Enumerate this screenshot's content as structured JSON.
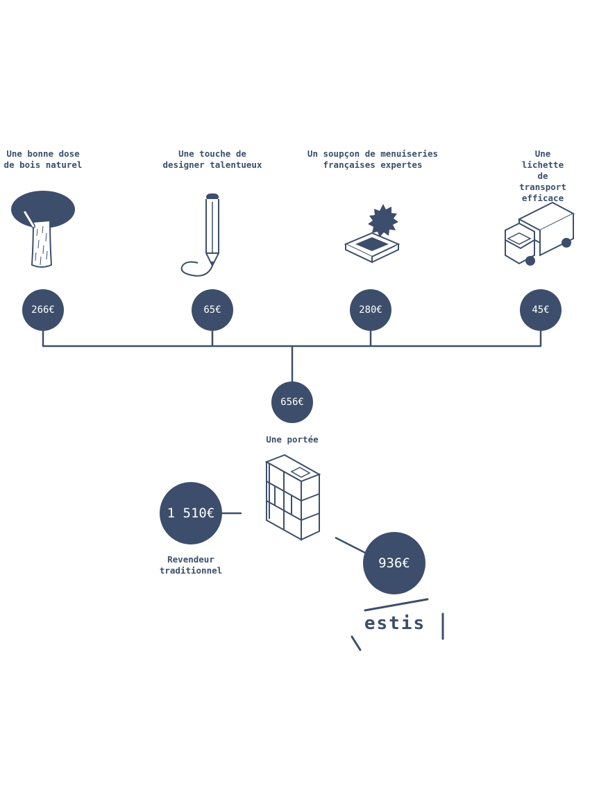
{
  "steps": [
    {
      "label": "Une bonne dose\nde bois naturel",
      "price": "266€",
      "icon": "tree-icon"
    },
    {
      "label": "Une touche de\ndesigner talentueux",
      "price": "65€",
      "icon": "pencil-icon"
    },
    {
      "label": "Un soupçon de menuiseries\nfrançaises expertes",
      "price": "280€",
      "icon": "woodworking-icon"
    },
    {
      "label": "Une lichette\nde transport efficace",
      "price": "45€",
      "icon": "truck-icon"
    }
  ],
  "total": {
    "price": "656€",
    "label": "Une portée",
    "icon": "bookshelf-icon"
  },
  "retailer": {
    "price": "1 510€",
    "label": "Revendeur\ntraditionnel"
  },
  "estis": {
    "price": "936€",
    "brand": "estis"
  },
  "colors": {
    "primary": "#3c4e6b",
    "background": "#ffffff"
  }
}
